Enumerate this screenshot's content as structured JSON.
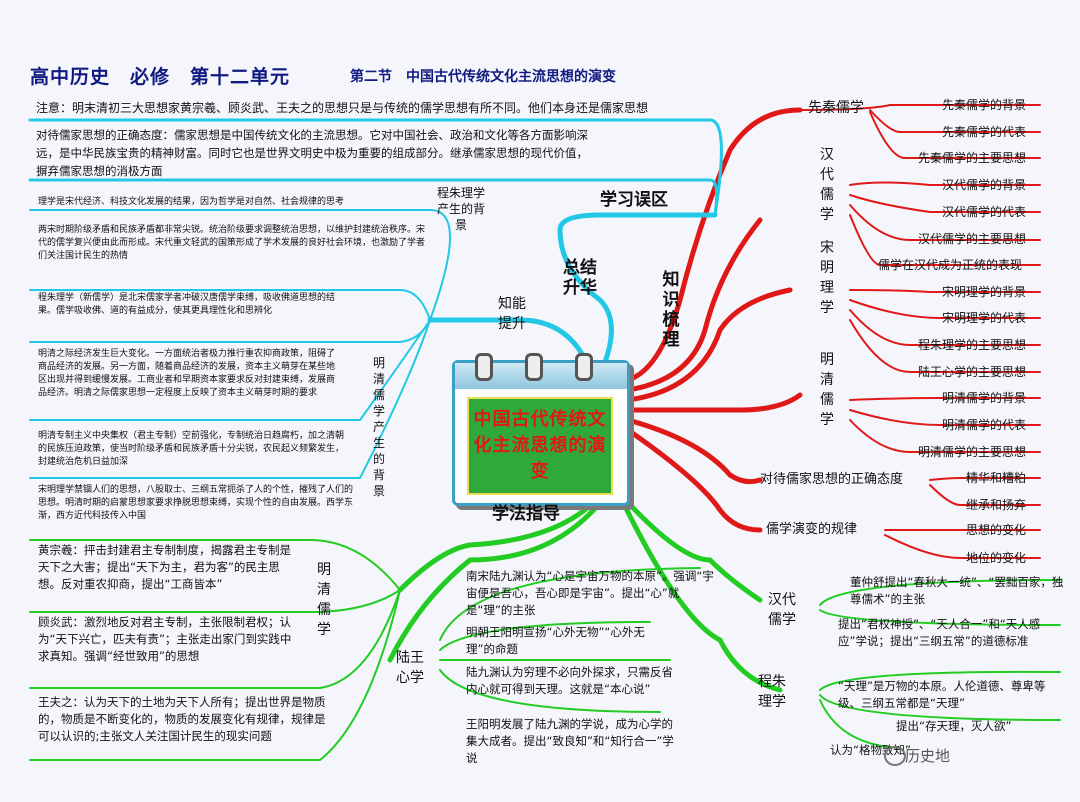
{
  "header": {
    "title": "高中历史　必修　第十二单元",
    "subtitle": "第二节　中国古代传统文化主流思想的演变"
  },
  "center": {
    "title": "中国古代传统文化主流思想的演变"
  },
  "branches": {
    "knowledge": "知识梳理",
    "summary": "总结升华",
    "misconception": "学习误区",
    "ability": "知能提升",
    "method": "学法指导"
  },
  "knowledge_tree": {
    "pre_qin": {
      "label": "先秦儒学",
      "items": [
        "先秦儒学的背景",
        "先秦儒学的代表",
        "先秦儒学的主要思想"
      ]
    },
    "han": {
      "label": "汉代儒学",
      "items": [
        "汉代儒学的背景",
        "汉代儒学的代表",
        "汉代儒学的主要思想",
        "儒学在汉代成为正统的表现"
      ]
    },
    "song_ming": {
      "label": "宋明理学",
      "items": [
        "宋明理学的背景",
        "宋明理学的代表",
        "程朱理学的主要思想",
        "陆王心学的主要思想"
      ]
    },
    "ming_qing": {
      "label": "明清儒学",
      "items": [
        "明清儒学的背景",
        "明清儒学的代表",
        "明清儒学的主要思想"
      ]
    },
    "attitude": {
      "label": "对待儒家思想的正确态度",
      "items": [
        "精华和糟粕",
        "继承和扬弃"
      ]
    },
    "evolution": {
      "label": "儒学演变的规律",
      "items": [
        "思想的变化",
        "地位的变化"
      ]
    }
  },
  "misconception_notes": {
    "note": "注意：明末清初三大思想家黄宗羲、顾炎武、王夫之的思想只是与传统的儒学思想有所不同。他们本身还是儒家思想",
    "attitude": "对待儒家思想的正确态度：儒家思想是中国传统文化的主流思想。它对中国社会、政治和文化等各方面影响深远，是中华民族宝贵的精神财富。同时它也是世界文明史中极为重要的组成部分。继承儒家思想的现代价值，摒弃儒家思想的消极方面"
  },
  "ability": {
    "cheng_zhu_bg_label": "程朱理学产生的背景",
    "cheng_zhu_bg": [
      "理学是宋代经济、科技文化发展的结果，因为哲学是对自然、社会规律的思考",
      "两宋时期阶级矛盾和民族矛盾都非常尖锐。统治阶级要求调整统治思想，以维护封建统治秩序。宋代的儒学复兴便由此而形成。宋代重文轻武的国策形成了学术发展的良好社会环境，也激励了学者们关注国计民生的热情",
      "程朱理学（新儒学）是北宋儒家学者冲破汉唐儒学束缚，吸收佛道思想的结果。儒学吸收佛、道的有益成分，使其更具理性化和思辨化"
    ],
    "ming_qing_bg_label": "明清儒学产生的背景",
    "ming_qing_bg": [
      "明清之际经济发生巨大变化。一方面统治者极力推行重农抑商政策，阻碍了商品经济的发展。另一方面，随着商品经济的发展，资本主义萌芽在某些地区出现并得到缓慢发展。工商业者和早期资本家要求反对封建束缚，发展商品经济。明清之际儒家思想一定程度上反映了资本主义萌芽时期的要求",
      "明清专制主义中央集权（君主专制）空前强化，专制统治日趋腐朽，加之清朝的民族压迫政策，使当时阶级矛盾和民族矛盾十分尖锐，农民起义频繁发生，封建统治危机日益加深",
      "宋明理学禁锢人们的思想，八股取士、三纲五常扼杀了人的个性，摧残了人们的思想。明清时期的启蒙思想家要求挣脱思想束缚，实现个性的自由发展。西学东渐，西方近代科技传入中国"
    ]
  },
  "method": {
    "ming_qing_label": "明清儒学",
    "ming_qing_items": [
      "黄宗羲：抨击封建君主专制制度，揭露君主专制是天下之大害；提出“天下为主，君为客”的民主思想。反对重农抑商，提出“工商皆本”",
      "顾炎武：激烈地反对君主专制，主张限制君权；认为“天下兴亡，匹夫有责”；主张走出家门到实践中求真知。强调“经世致用”的思想",
      "王夫之：认为天下的土地为天下人所有；提出世界是物质的，物质是不断变化的，物质的发展变化有规律，规律是可以认识的;主张文人关注国计民生的现实问题"
    ],
    "lu_wang_label": "陆王心学",
    "lu_wang_items": [
      "南宋陆九渊认为“心是宇宙万物的本原”。强调“宇宙便是吾心，吾心即是宇宙”。提出“心”就是“理”的主张",
      "明朝王阳明宣扬“心外无物”“心外无理”的命题",
      "陆九渊认为穷理不必向外探求，只需反省内心就可得到天理。这就是“本心说”",
      "王阳明发展了陆九渊的学说，成为心学的集大成者。提出“致良知”和“知行合一”学说"
    ],
    "han_label": "汉代儒学",
    "han_items": [
      "董仲舒提出“春秋大一统”、“罢黜百家，独尊儒术”的主张",
      "提出“君权神授”、“天人合一”和“天人感应”学说；提出“三纲五常”的道德标准"
    ],
    "cheng_zhu_label": "程朱理学",
    "cheng_zhu_items": [
      "“天理”是万物的本原。人伦道德、尊卑等级、三纲五常都是“天理”",
      "提出“存天理，灭人欲”",
      "认为“格物致知”"
    ]
  },
  "watermark": "历史地",
  "colors": {
    "red": "#e01818",
    "cyan": "#22c8e6",
    "green": "#22cc22",
    "title": "#101a80"
  }
}
